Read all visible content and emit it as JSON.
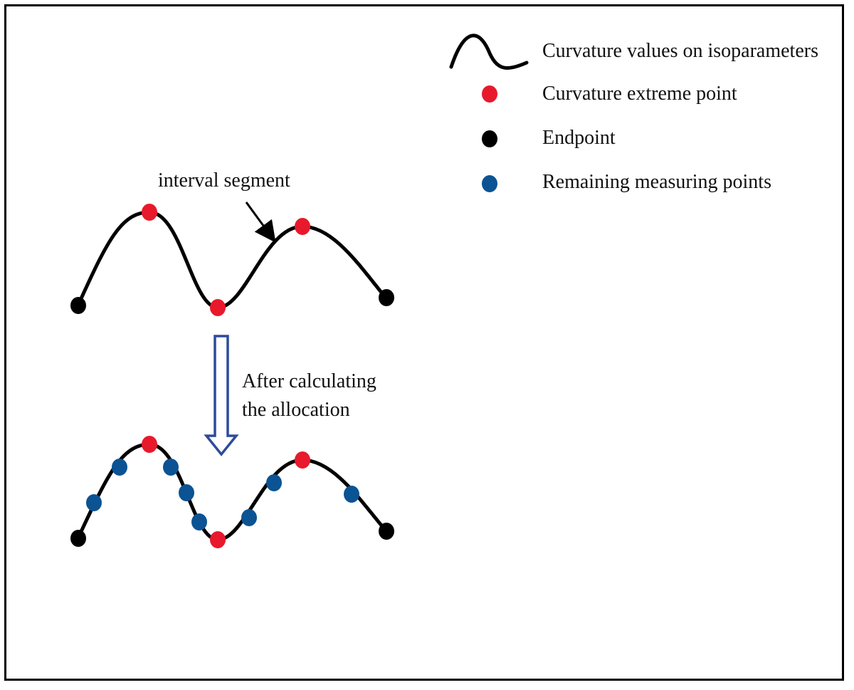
{
  "legend": {
    "curve": {
      "label": "Curvature values on isoparameters"
    },
    "extreme": {
      "label": "Curvature extreme point",
      "color": "#e8192c"
    },
    "endpoint": {
      "label": "Endpoint",
      "color": "#000000"
    },
    "remaining": {
      "label": "Remaining measuring points",
      "color": "#0b5393"
    }
  },
  "top_curve": {
    "annotation": "interval segment"
  },
  "transition": {
    "line1": "After calculating",
    "line2": "the allocation",
    "arrow_color": "#2e4b9a"
  },
  "colors": {
    "curve": "#000000",
    "border": "#000000"
  }
}
